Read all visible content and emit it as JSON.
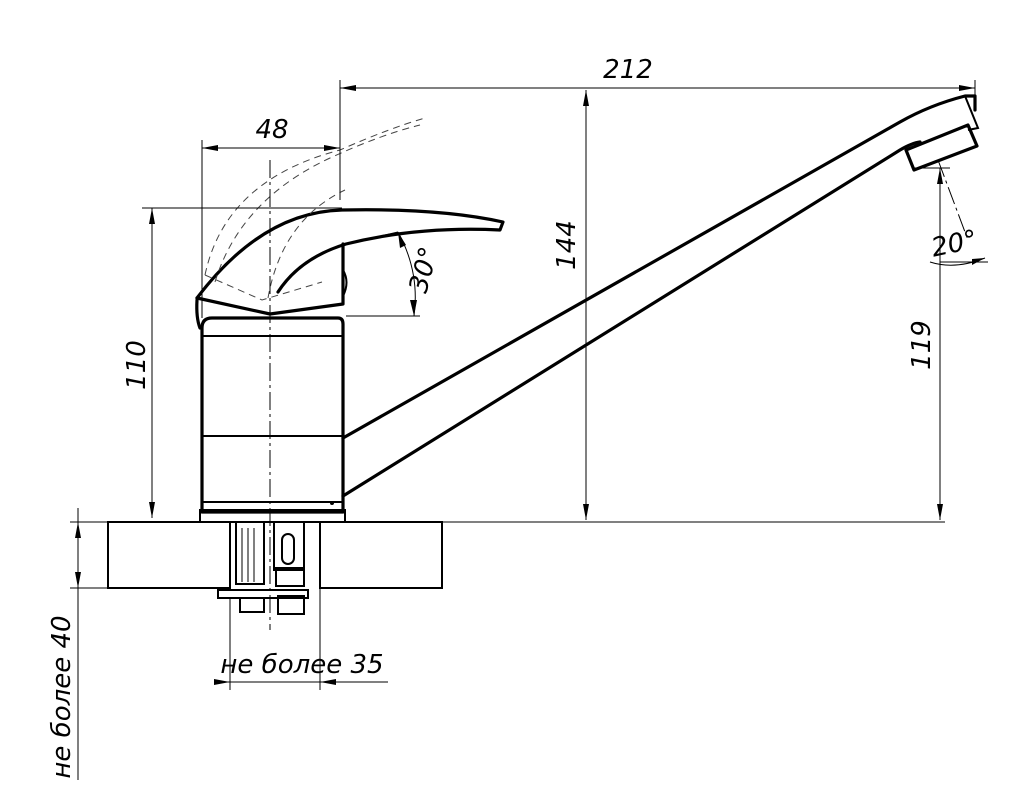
{
  "dimensions": {
    "overall_length": "212",
    "handle_offset": "48",
    "body_height": "110",
    "total_height": "144",
    "spout_height": "119",
    "handle_angle": "30°",
    "aerator_angle": "20°",
    "max_hole_width": "не более 35",
    "max_countertop_thickness": "не более 40"
  },
  "colors": {
    "line": "#000000",
    "background": "#ffffff"
  }
}
